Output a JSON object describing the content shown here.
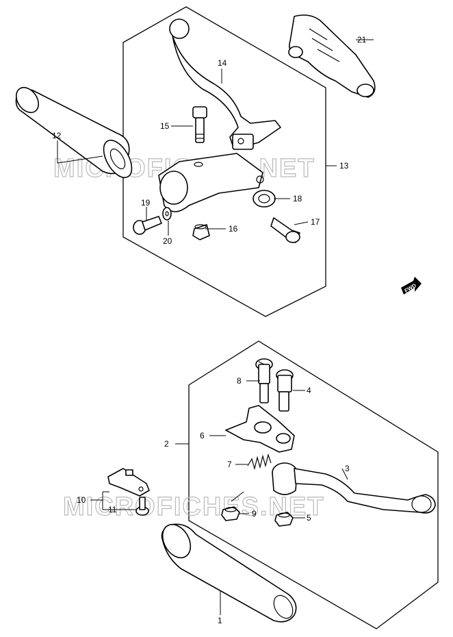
{
  "watermark": "MICROFICHES.NET",
  "fwd_label": "FWD",
  "callouts": {
    "p1": "1",
    "p2": "2",
    "p3": "3",
    "p4": "4",
    "p5": "5",
    "p6": "6",
    "p7": "7",
    "p8": "8",
    "p9": "9",
    "p10": "10",
    "p11": "11",
    "p12": "12",
    "p13": "13",
    "p14": "14",
    "p15": "15",
    "p16": "16",
    "p17": "17",
    "p18": "18",
    "p19": "19",
    "p20": "20",
    "p21": "21"
  }
}
